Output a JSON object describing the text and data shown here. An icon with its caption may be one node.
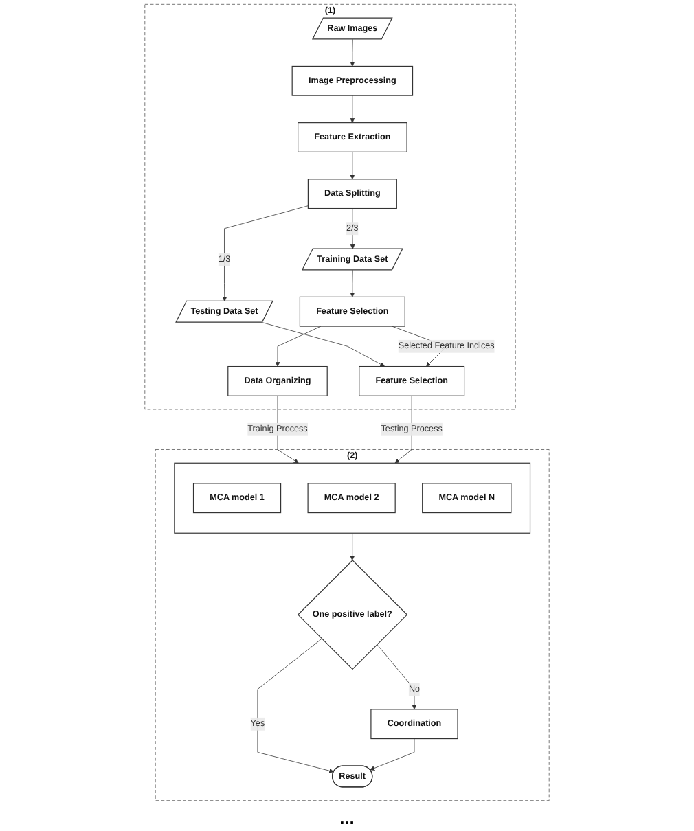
{
  "diagram": {
    "nodes": [
      {
        "text": [
          "(1)"
        ]
      },
      {
        "text": [
          "Image Preprocessing"
        ],
        "in": 0
      },
      {
        "text": [
          "Raw Images"
        ],
        "in": 0
      },
      {
        "text": [
          "Feature Extraction"
        ],
        "in": 0
      },
      {
        "text": [
          "Data Splitting"
        ],
        "in": 0
      },
      {
        "text": [
          "Training Data Set"
        ],
        "in": 0
      },
      {
        "text": [
          "Testing Data Set"
        ],
        "in": 0
      },
      {
        "text": [
          "Feature Selection"
        ],
        "in": 0
      },
      {
        "text": [
          "Feature Selection"
        ],
        "in": 0
      },
      {
        "text": [
          "Data Organizing"
        ],
        "in": 0
      },
      {
        "text": [
          "(2)"
        ]
      },
      {
        "text": [],
        "shape": "box",
        "in": 10
      },
      {
        "text": [
          "MCA model 1"
        ],
        "in": 11
      },
      {
        "text": [
          "MCA model 2"
        ],
        "in": 11
      },
      {
        "text": [
          "MCA model N"
        ],
        "in": 11
      },
      {
        "text": [
          "One positive label?"
        ],
        "in": 10
      },
      {
        "text": [
          "Coordination"
        ],
        "in": 10
      },
      {
        "text": [
          "Result"
        ],
        "in": 10
      }
    ],
    "edges": [
      {
        "from": 2,
        "to": 1,
        "arrow": "to"
      },
      {
        "from": 1,
        "to": 3,
        "arrow": "to"
      },
      {
        "from": 3,
        "to": 4,
        "arrow": "to"
      },
      {
        "from": 4,
        "to": 5,
        "arrow": "to",
        "label": "2/3"
      },
      {
        "from": 4,
        "to": 6,
        "arrow": "to",
        "label": "1/3"
      },
      {
        "from": 5,
        "to": 7,
        "arrow": "to"
      },
      {
        "from": 6,
        "to": 8,
        "arrow": "to"
      },
      {
        "from": 7,
        "to": 8,
        "arrow": "to",
        "label": "Selected Feature Indices"
      },
      {
        "from": 7,
        "to": 9,
        "arrow": "to"
      },
      {
        "from": 9,
        "to": 11,
        "arrow": "to",
        "label": "Trainig Process"
      },
      {
        "from": 8,
        "to": 11,
        "arrow": "to",
        "label": "Testing Process"
      },
      {
        "from": 11,
        "to": 15,
        "arrow": "to"
      },
      {
        "from": 15,
        "to": 16,
        "arrow": "to",
        "label": "No"
      },
      {
        "from": 15,
        "to": 17,
        "arrow": "to",
        "label": "Yes"
      },
      {
        "from": 16,
        "to": 17,
        "arrow": "to"
      }
    ],
    "labels": [
      "..."
    ]
  }
}
